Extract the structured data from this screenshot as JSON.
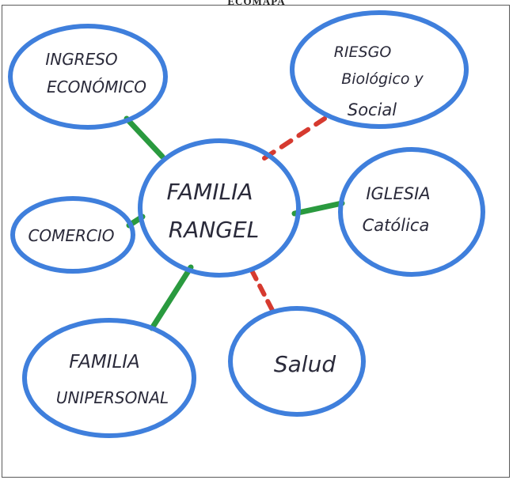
{
  "heading": "ECOMAPA",
  "center": {
    "lines": [
      "FAMILIA",
      "RANGEL"
    ]
  },
  "nodes": [
    {
      "id": "ingreso",
      "lines": [
        "INGRESO",
        "ECONÓMICO"
      ],
      "relation": "strong"
    },
    {
      "id": "riesgo",
      "lines": [
        "RIESGO",
        "Biológico y",
        "Social"
      ],
      "relation": "stressful"
    },
    {
      "id": "iglesia",
      "lines": [
        "IGLESIA",
        "Católica"
      ],
      "relation": "strong"
    },
    {
      "id": "comercio",
      "lines": [
        "COMERCIO"
      ],
      "relation": "strong"
    },
    {
      "id": "familia-unipersonal",
      "lines": [
        "FAMILIA",
        "UNIPERSONAL"
      ],
      "relation": "strong"
    },
    {
      "id": "salud",
      "lines": [
        "Salud"
      ],
      "relation": "stressful"
    }
  ],
  "colors": {
    "circle": "#3f7fdc",
    "strong": "#2a9a3f",
    "stressful": "#d63a2f",
    "text": "#2a2a3a"
  }
}
